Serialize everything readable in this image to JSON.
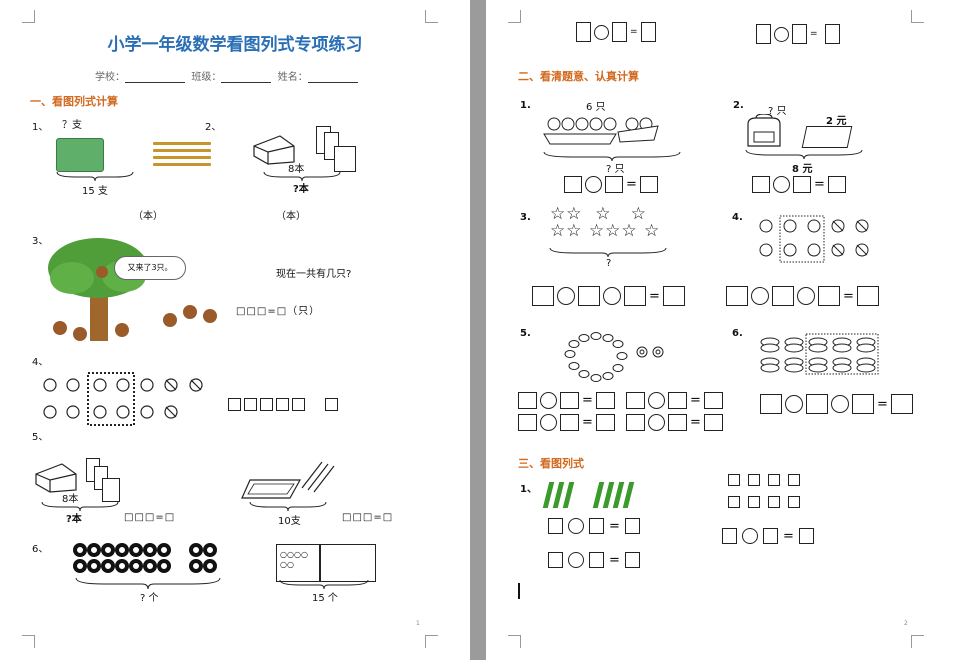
{
  "page1": {
    "title": "小学一年级数学看图列式专项练习",
    "school_label": "学校：",
    "class_label": "班级：",
    "name_label": "姓名：",
    "section1": "一、看图列式计算",
    "q1": {
      "num": "1、",
      "label": "？支",
      "bottom": "15 支",
      "unit": "（本）"
    },
    "q2": {
      "num": "2、",
      "label": "8本",
      "bottom": "?本",
      "unit": "（本）"
    },
    "q3": {
      "num": "3、",
      "bubble": "又来了3只。",
      "question": "现在一共有几只?",
      "formula": "□□□=□（只）"
    },
    "q4": {
      "num": "4、"
    },
    "q5": {
      "num": "5、",
      "label_left": "8本",
      "bottom_left": "?本",
      "bottom_right": "10支",
      "formula_left": "□□□=□",
      "formula_right": "□□□=□"
    },
    "q6": {
      "num": "6、",
      "bottom_left": "? 个",
      "bottom_right": "15 个",
      "box_text": "○○○○\n○○"
    },
    "page_no": "1"
  },
  "page2": {
    "eq_sign": "=",
    "section2": "二、看清题意、认真计算",
    "p1": {
      "num": "1.",
      "top": "6 只",
      "bottom": "? 只"
    },
    "p2": {
      "num": "2.",
      "top": "? 只",
      "tag": "2 元",
      "bottom": "8 元"
    },
    "p3": {
      "num": "3.",
      "bottom": "?"
    },
    "p4": {
      "num": "4."
    },
    "p5": {
      "num": "5."
    },
    "p6": {
      "num": "6."
    },
    "section3": "三、看图列式",
    "p7": {
      "num": "1、"
    },
    "page_no": "2"
  }
}
